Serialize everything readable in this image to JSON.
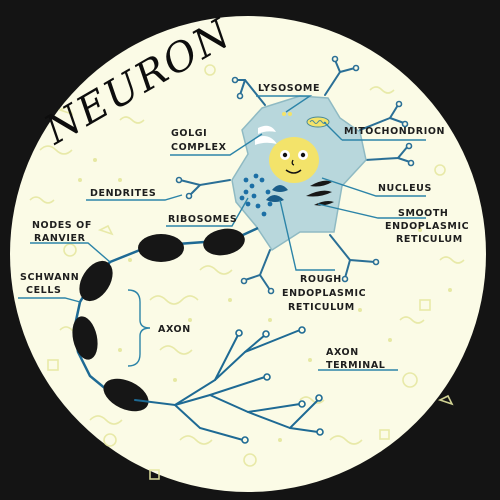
{
  "title": "NEURON",
  "labels": {
    "lysosome": "LYSOSOME",
    "golgi_1": "GOLGI",
    "golgi_2": "COMPLEX",
    "mitochondrion": "MITOCHONDRION",
    "dendrites": "DENDRITES",
    "nucleus": "NUCLEUS",
    "ribosomes": "RIBOSOMES",
    "smooth_er_1": "SMOOTH",
    "smooth_er_2": "ENDOPLASMIC",
    "smooth_er_3": "RETICULUM",
    "nodes_1": "NODES OF",
    "nodes_2": "RANVIER",
    "schwann_1": "SCHWANN",
    "schwann_2": "CELLS",
    "rough_er_1": "ROUGH",
    "rough_er_2": "ENDOPLASMIC",
    "rough_er_3": "RETICULUM",
    "axon": "AXON",
    "axon_terminal_1": "AXON",
    "axon_terminal_2": "TERMINAL"
  },
  "colors": {
    "background": "#141414",
    "disc": "#fbfbe6",
    "cell_body": "#b8d7dc",
    "nucleus": "#f3e36a",
    "axon_line": "#1e6a94",
    "myelin": "#161616",
    "leader_line": "#2c84a8"
  }
}
